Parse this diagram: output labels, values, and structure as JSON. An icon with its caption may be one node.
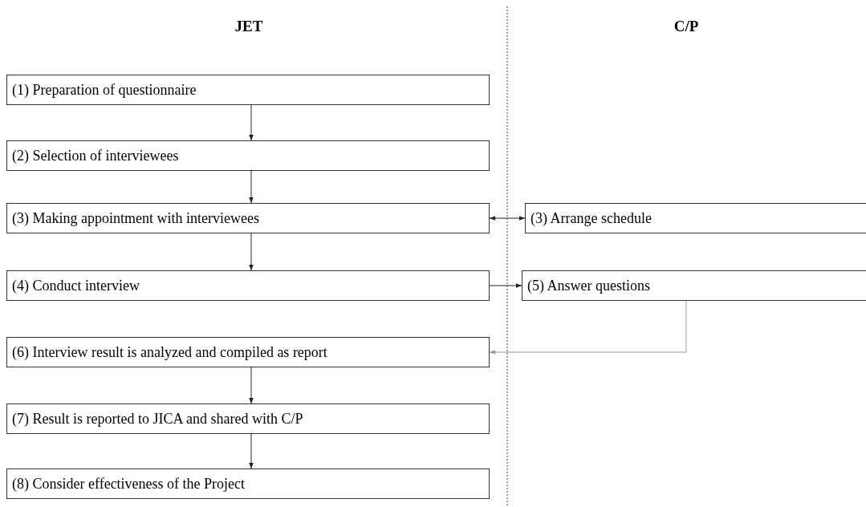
{
  "diagram": {
    "nodes": [
      {
        "text": [
          "(1) Preparation of questionnaire"
        ]
      },
      {
        "text": [
          "(2) Selection of interviewees"
        ]
      },
      {
        "text": [
          "(3) Making appointment with interviewees"
        ]
      },
      {
        "text": [
          "(3) Arrange schedule"
        ]
      },
      {
        "text": [
          "(4) Conduct interview"
        ]
      },
      {
        "text": [
          "(5) Answer questions"
        ]
      },
      {
        "text": [
          "(6) Interview result is analyzed and compiled as report"
        ]
      },
      {
        "text": [
          "(7) Result is reported to JICA and shared with C/P"
        ]
      },
      {
        "text": [
          "(8) Consider effectiveness of the Project"
        ]
      }
    ],
    "edges": [
      {
        "from": 0,
        "to": 1,
        "arrow": "to"
      },
      {
        "from": 1,
        "to": 2,
        "arrow": "to"
      },
      {
        "from": 2,
        "to": 3,
        "arrow": "both"
      },
      {
        "from": 2,
        "to": 4,
        "arrow": "to"
      },
      {
        "from": 4,
        "to": 5,
        "arrow": "to"
      },
      {
        "from": 5,
        "to": 6,
        "arrow": "to",
        "color": "#999999"
      },
      {
        "from": 6,
        "to": 7,
        "arrow": "to"
      },
      {
        "from": 7,
        "to": 8,
        "arrow": "to"
      }
    ],
    "labels": [
      "JET",
      "C/P"
    ]
  }
}
